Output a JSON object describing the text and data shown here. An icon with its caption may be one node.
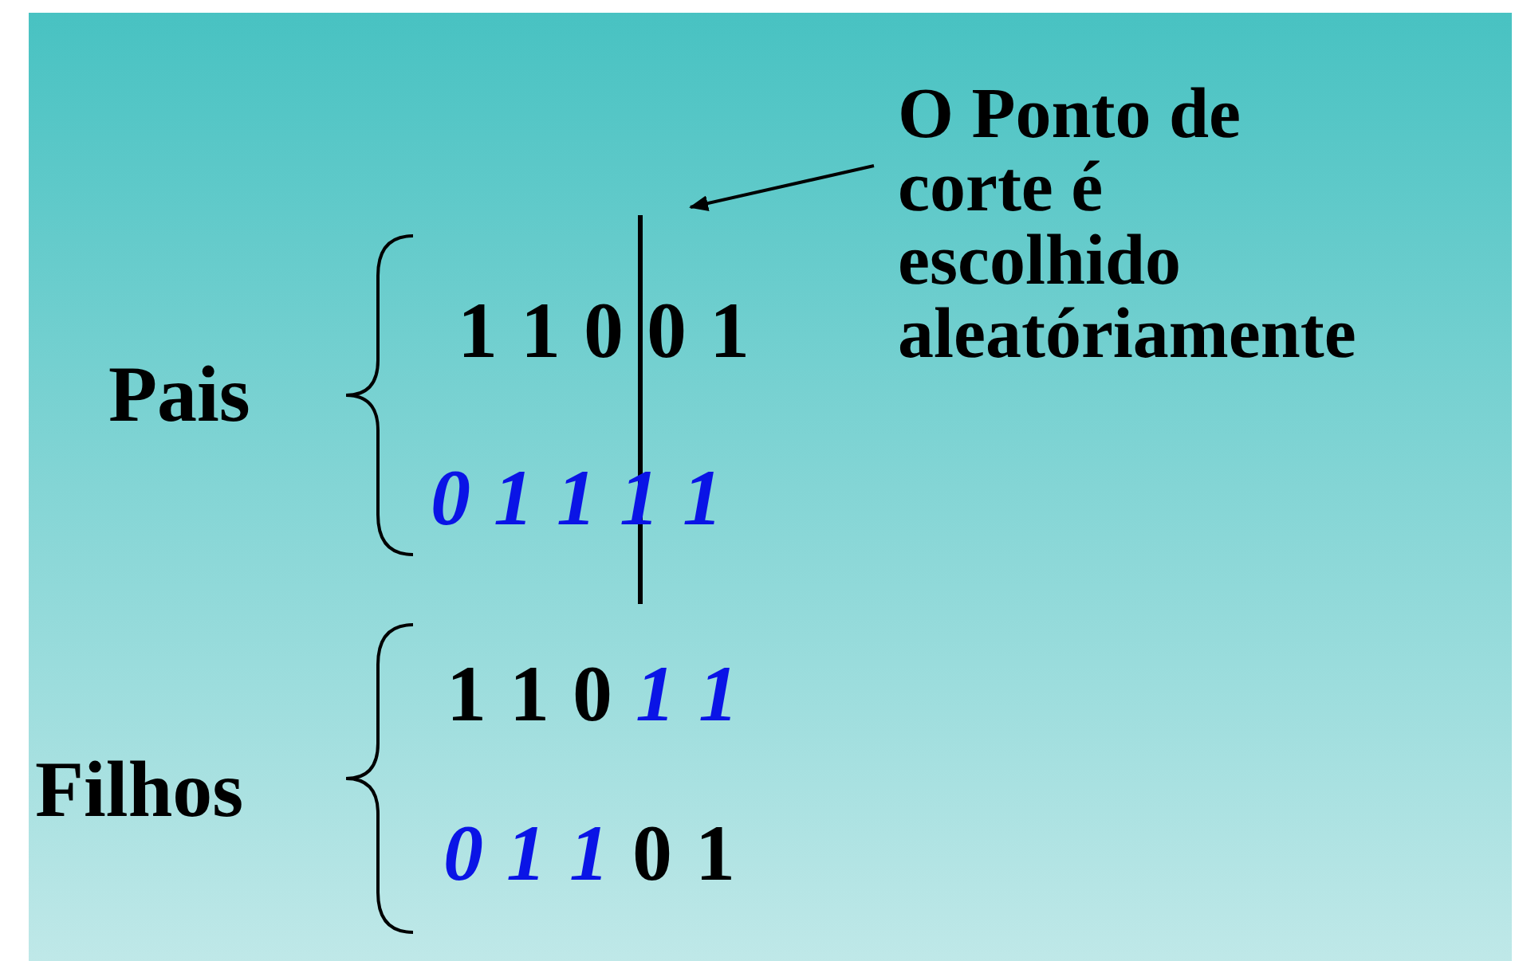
{
  "diagram": {
    "nodes": [
      {
        "text": [
          "O Ponto de corte é escolhido aleatóriamente"
        ]
      },
      {
        "text": [],
        "shape": "bar"
      }
    ],
    "edges": [
      {
        "from": 0,
        "to": 1,
        "arrow": "to"
      }
    ],
    "labels": [
      "Pais",
      "1 1 0 0 1",
      "*0 1 1 1 1*",
      "Filhos",
      "1 1 0 *1 1*",
      "*0 1 1* 0 1"
    ]
  }
}
